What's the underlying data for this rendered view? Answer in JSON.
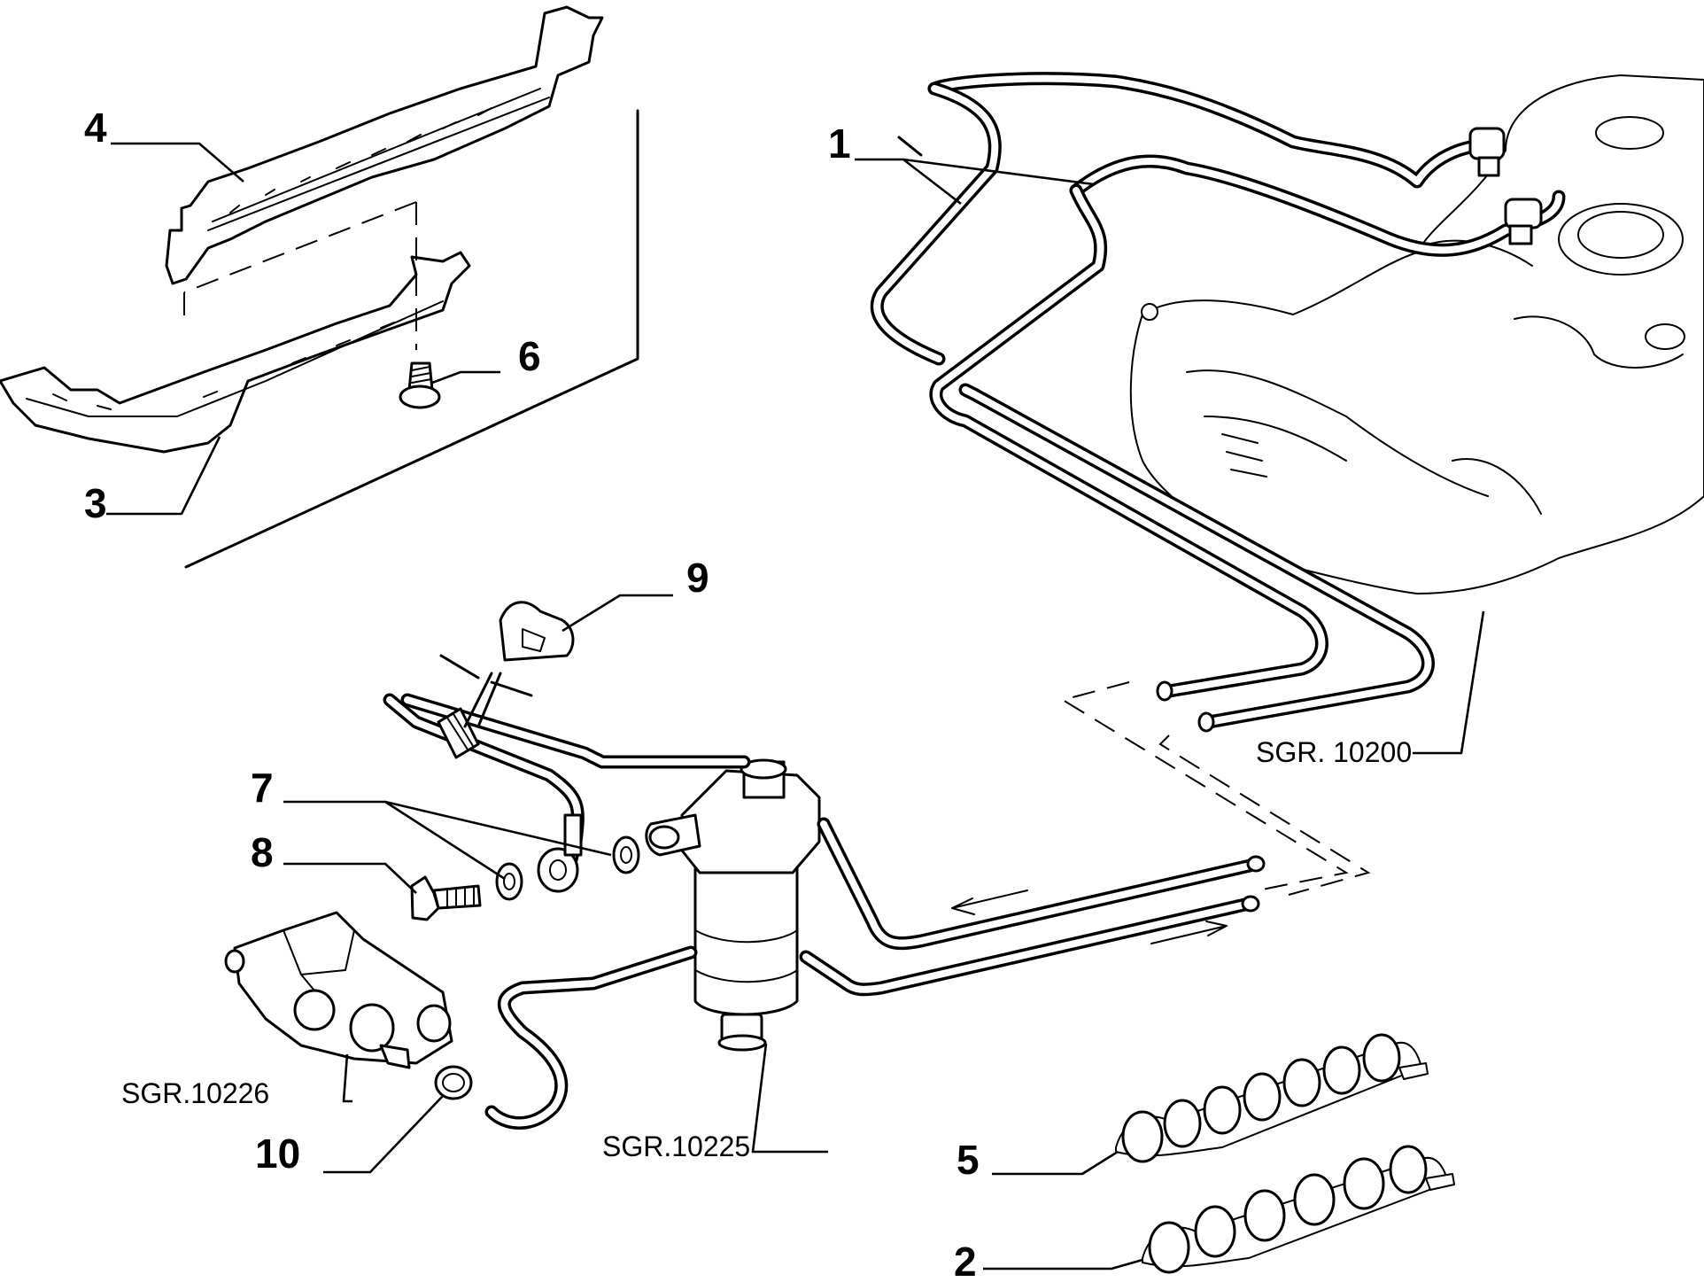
{
  "callouts": {
    "c1": "1",
    "c2": "2",
    "c3": "3",
    "c4": "4",
    "c5": "5",
    "c6": "6",
    "c7": "7",
    "c8": "8",
    "c9": "9",
    "c10": "10"
  },
  "references": {
    "tank": "SGR. 10200",
    "filter": "SGR.10225",
    "pump": "SGR.10226"
  }
}
